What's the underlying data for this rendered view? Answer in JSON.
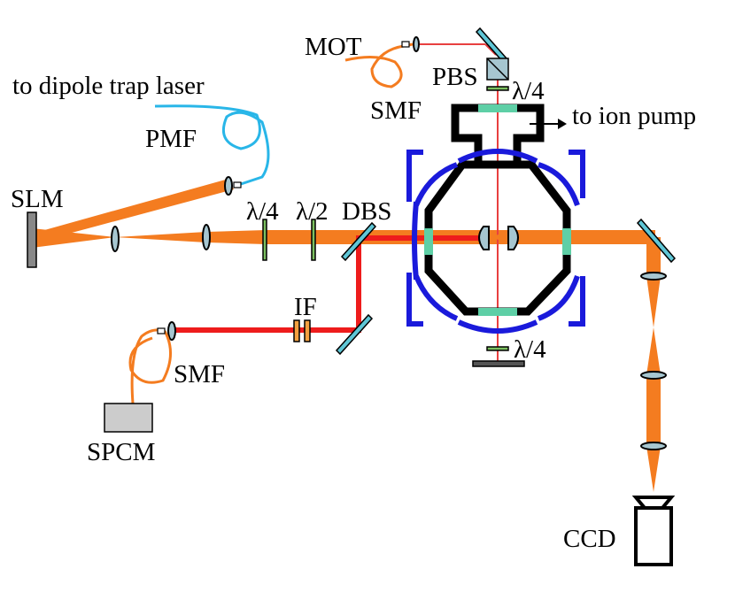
{
  "labels": {
    "mot": "MOT",
    "dipole_laser": "to dipole trap laser",
    "pbs": "PBS",
    "qwp_top": "λ/4",
    "smf_top": "SMF",
    "ion_pump": "to ion pump",
    "pmf": "PMF",
    "slm": "SLM",
    "qwp": "λ/4",
    "hwp": "λ/2",
    "dbs": "DBS",
    "if": "IF",
    "smf_bottom": "SMF",
    "qwp_bottom": "λ/4",
    "spcm": "SPCM",
    "ccd": "CCD"
  },
  "colors": {
    "dipole_beam": "#f47c20",
    "red_beam": "#ee1c1c",
    "mot_beam": "#e84040",
    "pmf_fiber": "#29b6e8",
    "smf_fiber": "#f47c20",
    "mirror": "#5fc6d6",
    "chamber": "#000000",
    "window": "#5ecfa6",
    "coil": "#1a1adb",
    "spcm": "#cccccc",
    "pbs": "#a6c6d0"
  }
}
